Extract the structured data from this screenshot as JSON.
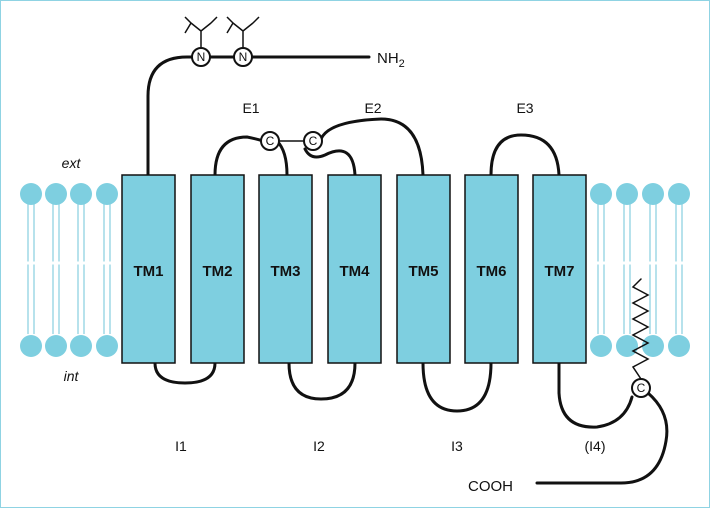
{
  "colors": {
    "helix_fill": "#7ecfe0",
    "lipid_head": "#7ecfe0",
    "lipid_tail": "#9fd9e6",
    "line": "#111111",
    "background": "#ffffff"
  },
  "helices": [
    "TM1",
    "TM2",
    "TM3",
    "TM4",
    "TM5",
    "TM6",
    "TM7"
  ],
  "extracellular_loops": [
    "E1",
    "E2",
    "E3"
  ],
  "intracellular_loops": [
    "I1",
    "I2",
    "I3",
    "(I4)"
  ],
  "sides": {
    "outside": "ext",
    "inside": "int"
  },
  "termini": {
    "n_terminus": "NH",
    "n_subscript": "2",
    "c_terminus": "COOH"
  },
  "residues": {
    "glycosylation_site": "N",
    "cysteine": "C"
  }
}
